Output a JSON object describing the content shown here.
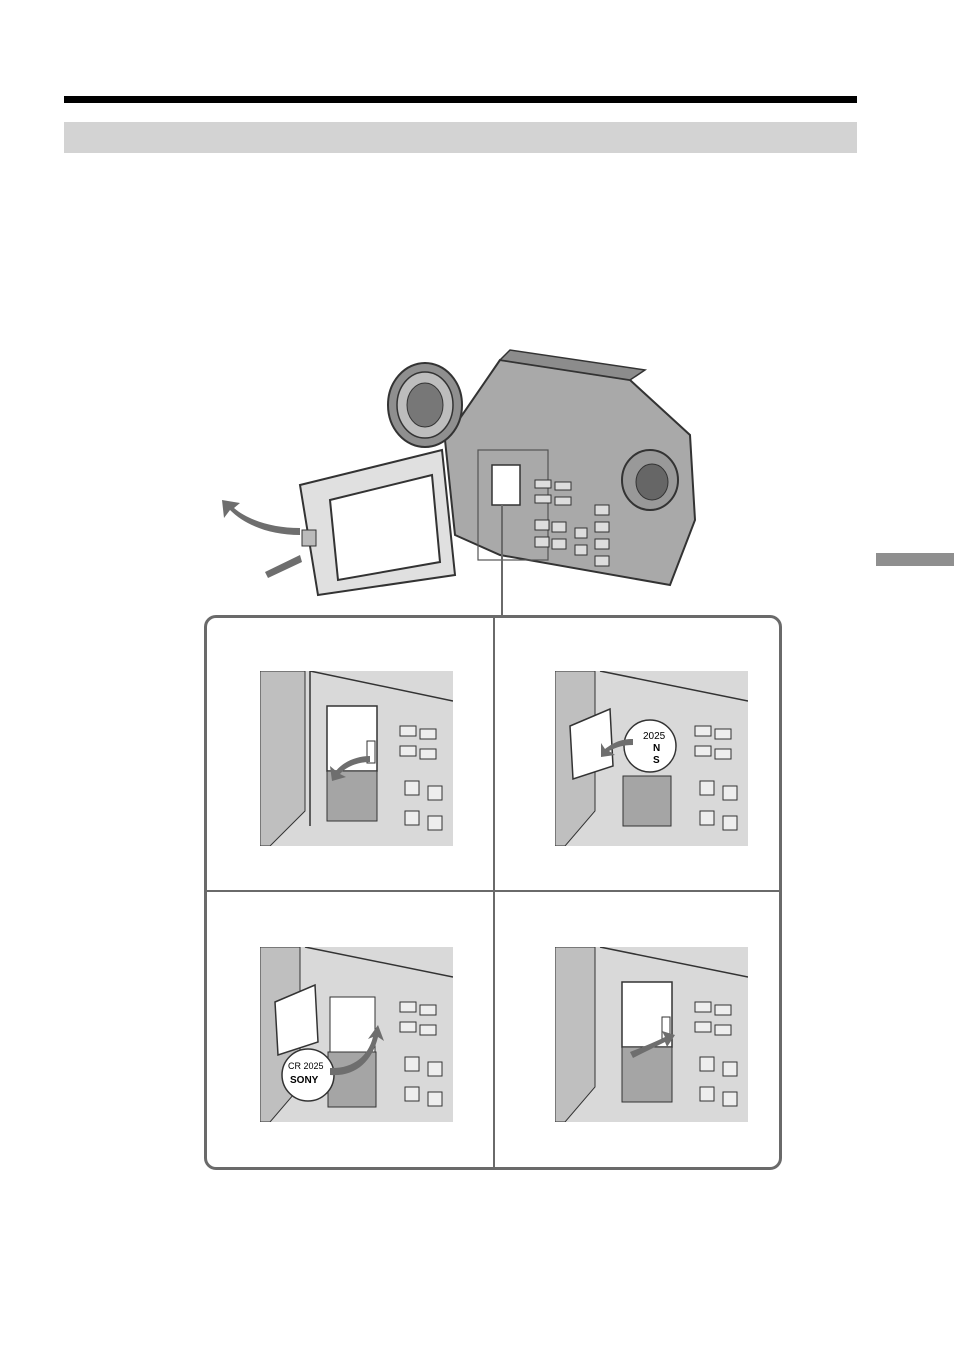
{
  "document": {
    "section_title": "",
    "side_tab_label": "",
    "intro_text": ""
  },
  "figure": {
    "steps": [
      {
        "label": "",
        "coin_text": []
      },
      {
        "label": "",
        "coin_text": [
          "2025",
          "N",
          "S"
        ]
      },
      {
        "label": "",
        "coin_text": [
          "CR 2025",
          "SONY"
        ]
      },
      {
        "label": "",
        "coin_text": []
      }
    ]
  },
  "colors": {
    "rule": "#000000",
    "section_bar": "#d3d3d3",
    "side_tab": "#8f8f8f",
    "frame": "#6a6a6a",
    "panel_bg": "#d9d9d9",
    "arrow": "#6e6e6e"
  },
  "icons": [
    "camcorder-illustration",
    "curved-arrow-icon",
    "lithium-coin-battery-icon"
  ]
}
